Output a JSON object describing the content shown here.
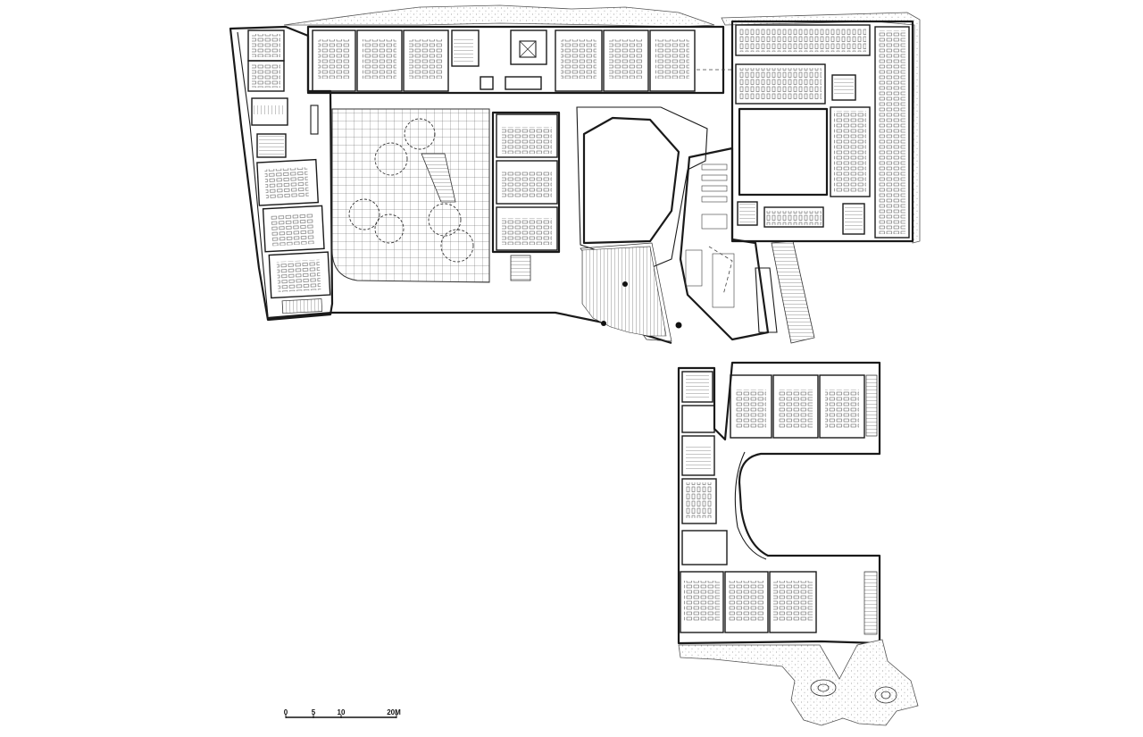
{
  "scale_bar": {
    "labels": [
      "0",
      "5",
      "10",
      "20M"
    ]
  }
}
